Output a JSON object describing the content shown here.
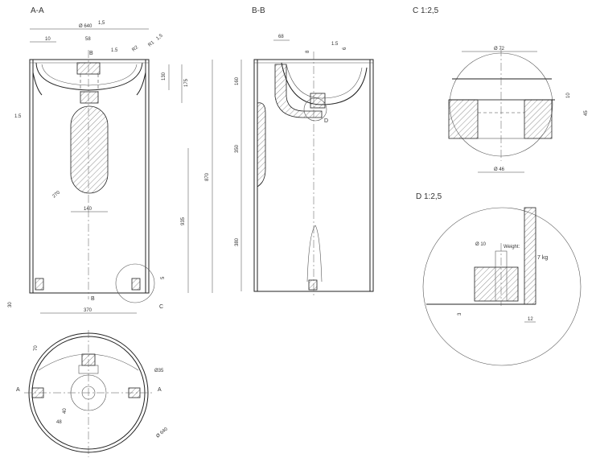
{
  "views": {
    "aa": {
      "title": "A-A"
    },
    "bb": {
      "title": "B-B"
    },
    "c": {
      "title": "C 1:2,5"
    },
    "d": {
      "title": "D 1:2,5"
    }
  },
  "aa_dims": {
    "d640": "Ø 640",
    "tol_1_5": "1,5",
    "w10": "10",
    "w58": "58",
    "r1_5": "1.5",
    "r2": "R2",
    "r1": "R1",
    "r_tol": "1,5",
    "h130": "130",
    "h175": "175",
    "h870": "870",
    "h935": "935",
    "h5": "5",
    "h30": "30",
    "b_top": "B",
    "b_bottom": "B",
    "r_left": "1.5",
    "r270": "270",
    "w140": "140",
    "w370": "370",
    "c_label": "C"
  },
  "bb_dims": {
    "w68": "68",
    "h8": "8",
    "h6": "6",
    "h160": "160",
    "h350": "350",
    "h380": "380",
    "d_label": "D",
    "tol": "1.5"
  },
  "c_dims": {
    "d72": "Ø 72",
    "d46": "Ø 46",
    "h10": "10",
    "h45": "45"
  },
  "d_dims": {
    "d10": "Ø 10",
    "weight": "Weight:",
    "kg": "7 kg",
    "h3": "3",
    "w12": "12"
  },
  "plan_dims": {
    "h70": "70",
    "d35": "Ø35",
    "a_left": "A",
    "a_right": "A",
    "w40": "40",
    "w48": "48",
    "d640": "Ø 640"
  }
}
